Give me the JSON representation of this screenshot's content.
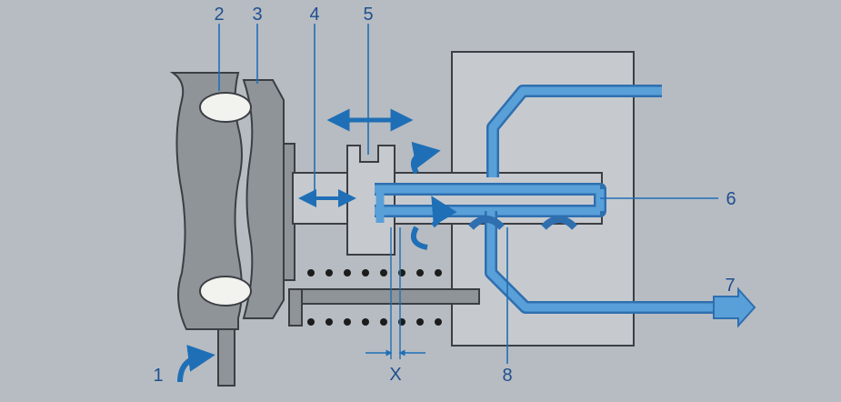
{
  "callouts": {
    "c1": "1",
    "c2": "2",
    "c3": "3",
    "c4": "4",
    "c5": "5",
    "c6": "6",
    "c7": "7",
    "c8": "8",
    "gap": "X"
  },
  "colors": {
    "background": "#b7bcc2",
    "steel": "#8f9499",
    "oil_channel": "#5aa0d8",
    "arrow_blue": "#1f6fb6",
    "label_text": "#1f4f8f"
  }
}
